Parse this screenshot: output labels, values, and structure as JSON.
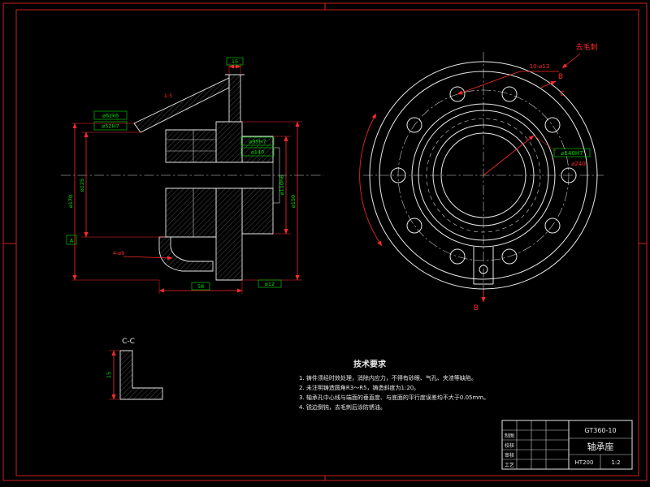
{
  "drawing": {
    "labels": {
      "deburr": "去毛刺",
      "section_cc": "C-C",
      "view_b_top": "B",
      "view_b_bottom": "B",
      "view_c": "C",
      "datum_a": "A"
    },
    "dims": {
      "left_view": [
        "⌀62k6",
        "⌀52H7",
        "⌀170",
        "⌀125",
        "15",
        "⌀95H7",
        "⌀140",
        "⌀110h6",
        "⌀150",
        "58",
        "4-⌀9",
        "1:5",
        "⌀12"
      ],
      "right_view": [
        "10-⌀13",
        "⌀140H7",
        "⌀240"
      ],
      "detail": [
        "15"
      ]
    },
    "tech_req": {
      "title": "技术要求",
      "lines": [
        "1. 铸件须经时效处理，消除内应力，不得有砂眼、气孔、夹渣等缺陷。",
        "2. 未注明铸造圆角R3～R5，铸造斜度为1:20。",
        "3. 轴承孔中心线与端面的垂直度、与底面的平行度误差均不大于0.05mm。",
        "4. 锐边倒钝，去毛刺后涂防锈油。"
      ]
    },
    "title_block": {
      "drawing_no": "GT360-10",
      "part_name": "轴承座",
      "material": "HT200",
      "scale": "1:2",
      "rows": [
        "制图",
        "校核",
        "审核",
        "工艺"
      ]
    }
  }
}
